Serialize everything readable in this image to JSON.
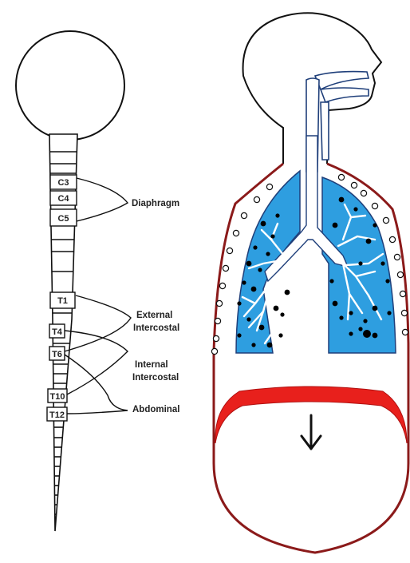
{
  "spine": {
    "segments": [
      {
        "id": "c3",
        "label": "C3"
      },
      {
        "id": "c4",
        "label": "C4"
      },
      {
        "id": "c5",
        "label": "C5"
      },
      {
        "id": "t1",
        "label": "T1"
      },
      {
        "id": "t4",
        "label": "T4"
      },
      {
        "id": "t6",
        "label": "T6"
      },
      {
        "id": "t10",
        "label": "T10"
      },
      {
        "id": "t12",
        "label": "T12"
      }
    ]
  },
  "muscles": {
    "diaphragm": "Diaphragm",
    "external_intercostal_line1": "External",
    "external_intercostal_line2": "Intercostal",
    "internal_intercostal_line1": "Internal",
    "internal_intercostal_line2": "Intercostal",
    "abdominal": "Abdominal"
  },
  "colors": {
    "outline": "#111111",
    "lung_fill": "#2e9ee0",
    "chest_wall": "#8b1a1a",
    "diaphragm_fill": "#e8201c",
    "airway_outline": "#1f3f7a"
  },
  "icons": {
    "movement_arrow": "arrow-down-icon"
  }
}
